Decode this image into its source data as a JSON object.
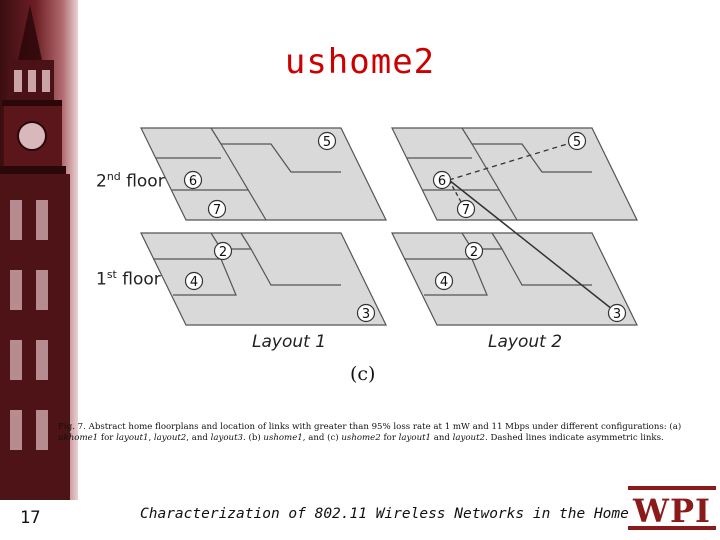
{
  "slide": {
    "title": "ushome2",
    "page_number": "17",
    "footer": "Characterization of 802.11 Wireless Networks in the Home"
  },
  "figure": {
    "floor_labels": [
      {
        "ordinal": "2",
        "suffix": "nd",
        "word": " floor"
      },
      {
        "ordinal": "1",
        "suffix": "st",
        "word": " floor"
      }
    ],
    "layouts": [
      {
        "label": "Layout 1",
        "nodes": [
          "5",
          "6",
          "7",
          "2",
          "4",
          "3"
        ]
      },
      {
        "label": "Layout 2",
        "nodes": [
          "5",
          "6",
          "7",
          "2",
          "4",
          "3"
        ]
      }
    ],
    "links": [
      {
        "from": "6",
        "to": "5",
        "style": "dashed"
      },
      {
        "from": "6",
        "to": "7",
        "style": "dashed"
      },
      {
        "from": "6",
        "to": "3",
        "style": "solid"
      }
    ],
    "subfigure_label": "(c)",
    "caption": {
      "lead": "Fig. 7.  Abstract home floorplans and location of links with greater than 95% loss rate at 1 mW and 11 Mbps under different configurations: (a) ",
      "t1": "ukhome1",
      "s1": " for ",
      "t2": "layout1",
      "s2": ", ",
      "t3": "layout2",
      "s3": ", and ",
      "t4": "layout3",
      "s4": ". (b) ",
      "t5": "ushome1",
      "s5": ", and (c) ",
      "t6": "ushome2",
      "s6": " for ",
      "t7": "layout1",
      "s7": " and ",
      "t8": "layout2",
      "s8": ". Dashed lines indicate asymmetric links."
    }
  },
  "colors": {
    "title": "#cc0000",
    "floor_fill": "#d9d9d9",
    "floor_stroke": "#555555",
    "logo": "#8b1a1a"
  }
}
